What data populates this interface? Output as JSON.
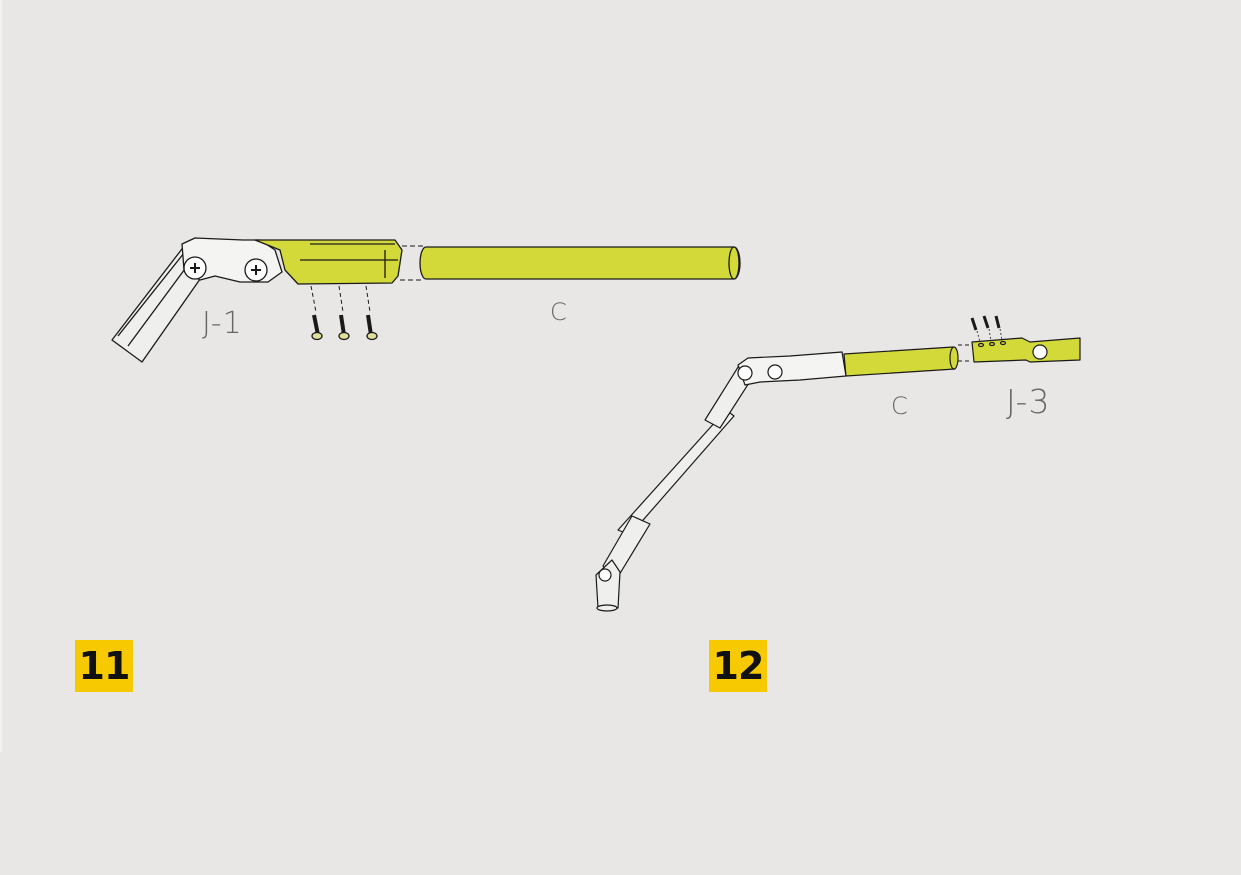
{
  "page": {
    "background": "#e8e7e5"
  },
  "colors": {
    "part_highlight": "#d4d93a",
    "badge": "#f7c900",
    "outline": "#1a1a1a"
  },
  "steps": [
    {
      "number": "11",
      "labels": {
        "joint": "J-1",
        "tube": "C"
      },
      "screws": 3
    },
    {
      "number": "12",
      "labels": {
        "tube": "C",
        "joint": "J-3"
      },
      "screws": 3
    }
  ]
}
